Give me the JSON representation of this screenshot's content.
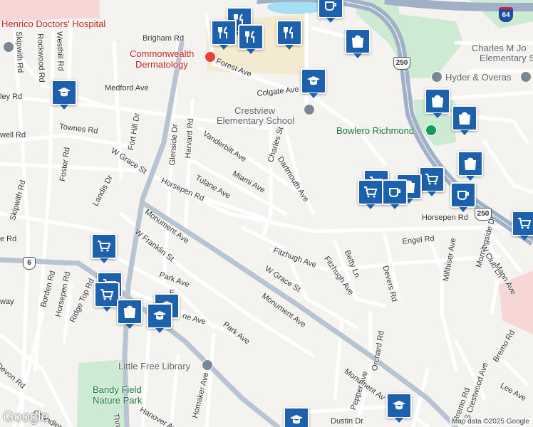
{
  "map": {
    "attribution": "Map data ©2025 Google",
    "logo": "Google",
    "colors": {
      "land": "#f4f3f0",
      "road": "#ffffff",
      "major_road": "#b9c4d2",
      "park": "#cdebd3",
      "water": "#a6dff4",
      "hospital_area": "#f7d6d6",
      "school_area": "#f3ead0",
      "marker": "#1d61ad"
    }
  },
  "places": {
    "henrico_hospital": "Henrico Doctors' Hospital",
    "commonwealth_derm_1": "Commonwealth",
    "commonwealth_derm_2": "Dermatology",
    "crestview_1": "Crestview",
    "crestview_2": "Elementary School",
    "bowlero": "Bowlero Richmond",
    "charles_johnson_1": "Charles M Jo",
    "charles_johnson_2": "Elementary S",
    "hyder": "Hyder & Overas",
    "little_free_library": "Little Free Library",
    "bandy_field_1": "Bandy Field",
    "bandy_field_2": "Nature Park"
  },
  "shields": {
    "us250_a": "250",
    "us250_b": "250",
    "va6": "6",
    "i64": "64"
  },
  "streets": {
    "skipwith_rd": "Skipwith Rd",
    "skipwith_rd_2": "Skipwith Rd",
    "rockwood_rd": "Rockwood Rd",
    "westhill_rd": "Westhill Rd",
    "brigham_rd": "Brigham Rd",
    "forest_ave": "Forest Ave",
    "medford_ave": "Medford Ave",
    "colgate_ave": "Colgate Ave",
    "ley_rd": "ley Rd",
    "townes_rd": "Townes Rd",
    "well_rd": "well Rd",
    "fort_hill_dr": "Fort Hill Dr",
    "glenside_dr": "Glenside Dr",
    "harvard_rd": "Harvard Rd",
    "vanderbilt_ave": "Vanderbilt Ave",
    "charles_st": "Charles St",
    "dartmouth_ave": "Dartmouth Ave",
    "foster_rd": "Foster Rd",
    "w_grace_st": "W Grace St",
    "w_grace_st_2": "W Grace St",
    "landis_dr": "Landis Dr",
    "miami_ave": "Miami Ave",
    "tulane_ave": "Tulane Ave",
    "horsepen_rd": "Horsepen Rd",
    "horsepen_rd_2": "Horsepen Rd",
    "horsepen_rd_3": "Horsepen Rd",
    "monument_ave": "Monument Ave",
    "monument_ave_2": "Monument Ave",
    "monument_ave_3": "Monument Av",
    "w_franklin_st": "W Franklin St",
    "e_rd": "e Rd",
    "engel_rd": "Engel Rd",
    "fitzhugh_ave": "Fitzhugh Ave",
    "fitzhugh_ave_2": "Fitzhugh Ave",
    "betty_ln": "Betty Ln",
    "devers_rd": "Devers Rd",
    "millhiser_ave": "Millhiser Ave",
    "morningside_dr": "Morningside Dr",
    "w_club_ln": "W Club Ln",
    "mann_ave": "Mann Ave",
    "borden_rd": "Borden Rd",
    "ridge_top_rd": "Ridge Top Rd",
    "park_ave": "Park Ave",
    "park_ave_2": "Park Ave",
    "e_ne_ave": "E",
    "e_ne_ave_2": "ne Ave",
    "orchard_rd": "Orchard Rd",
    "pepper_ave": "Pepper Ave",
    "dustin_dr": "Dustin Dr",
    "bremo_rd": "Bremo Rd",
    "bremo_rd_2": "Bremo Rd",
    "s_crestwood_ave": "S Crestwood Ave",
    "lee_ave": "Lee Ave",
    "homaker_ave": "Homaker Ave",
    "hanover_ave": "Hanover Ave",
    "chandler_dr": "Chandler Dr",
    "devon_rd": "Devon Rd",
    "thre": "Thre",
    "way": "way",
    "d_partial": "D"
  }
}
